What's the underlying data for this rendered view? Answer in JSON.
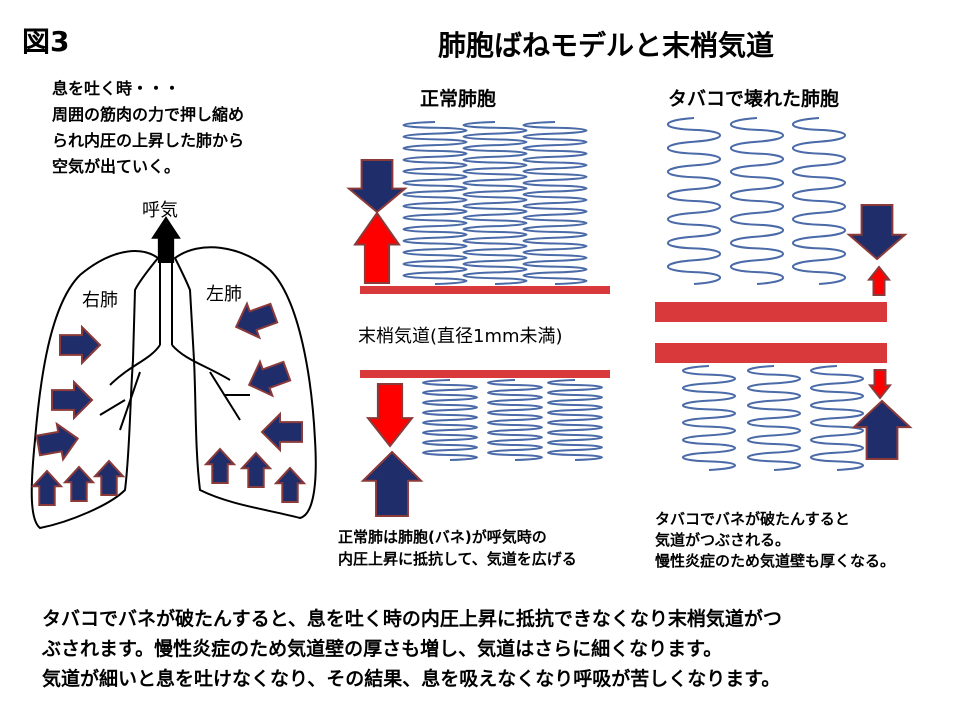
{
  "figure_label": "図3",
  "title": "肺胞ばねモデルと末梢気道",
  "exhale_note": [
    "息を吐く時・・・",
    "周囲の筋肉の力で押し縮め",
    "られ内圧の上昇した肺から",
    "空気が出ていく。"
  ],
  "exhale_label": "呼気",
  "right_lung_label": "右肺",
  "left_lung_label": "左肺",
  "normal_title": "正常肺胞",
  "airway_label": "末梢気道(直径1mm未満)",
  "normal_caption": [
    "正常肺は肺胞(バネ)が呼気時の",
    "内圧上昇に抵抗して、気道を広げる"
  ],
  "damaged_title": "タバコで壊れた肺胞",
  "damaged_caption": [
    "タバコでバネが破たんすると",
    "気道がつぶされる。",
    "慢性炎症のため気道壁も厚くなる。"
  ],
  "summary": [
    "タバコでバネが破たんすると、息を吐く時の内圧上昇に抵抗できなくなり末梢気道がつ",
    "ぶされます。慢性炎症のため気道壁の厚さも増し、気道はさらに細くなります。",
    "気道が細いと息を吐けなくなり、その結果、息を吸えなくなり呼吸が苦しくなります。"
  ],
  "colors": {
    "pressure_arrow": "#1f2d6b",
    "resist_arrow": "#ff0000",
    "airway_wall": "#d9393b",
    "spring": "#4a6aa8",
    "arrow_outline": "#8b3a3a"
  }
}
